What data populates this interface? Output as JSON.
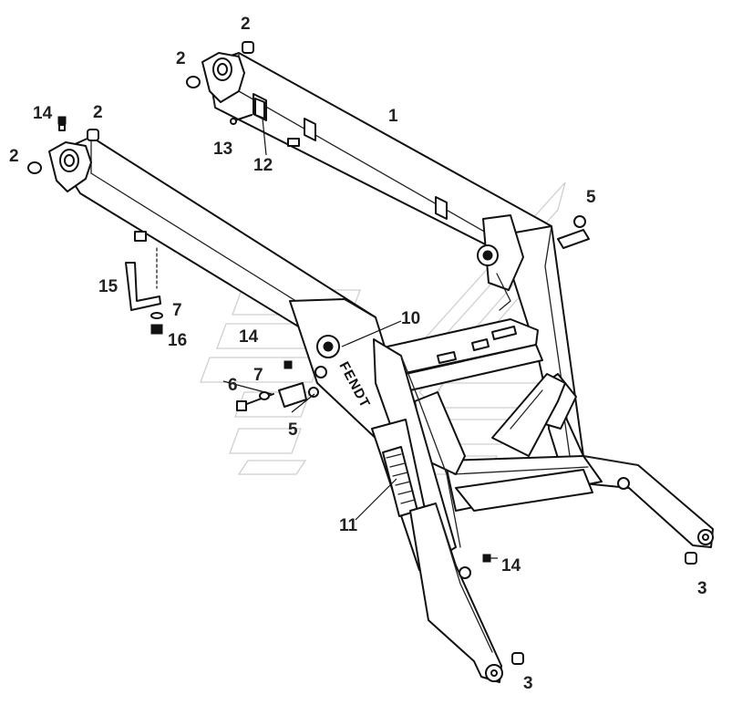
{
  "diagram": {
    "brand_text": "FENDT",
    "callouts": [
      {
        "id": "c-1",
        "label": "1"
      },
      {
        "id": "c-2a",
        "label": "2"
      },
      {
        "id": "c-2b",
        "label": "2"
      },
      {
        "id": "c-2c",
        "label": "2"
      },
      {
        "id": "c-2d",
        "label": "2"
      },
      {
        "id": "c-3a",
        "label": "3"
      },
      {
        "id": "c-3b",
        "label": "3"
      },
      {
        "id": "c-5a",
        "label": "5"
      },
      {
        "id": "c-5b",
        "label": "5"
      },
      {
        "id": "c-6",
        "label": "6"
      },
      {
        "id": "c-7a",
        "label": "7"
      },
      {
        "id": "c-7b",
        "label": "7"
      },
      {
        "id": "c-10",
        "label": "10"
      },
      {
        "id": "c-11",
        "label": "11"
      },
      {
        "id": "c-12",
        "label": "12"
      },
      {
        "id": "c-13",
        "label": "13"
      },
      {
        "id": "c-14a",
        "label": "14"
      },
      {
        "id": "c-14b",
        "label": "14"
      },
      {
        "id": "c-14c",
        "label": "14"
      },
      {
        "id": "c-15",
        "label": "15"
      },
      {
        "id": "c-16",
        "label": "16"
      }
    ]
  }
}
